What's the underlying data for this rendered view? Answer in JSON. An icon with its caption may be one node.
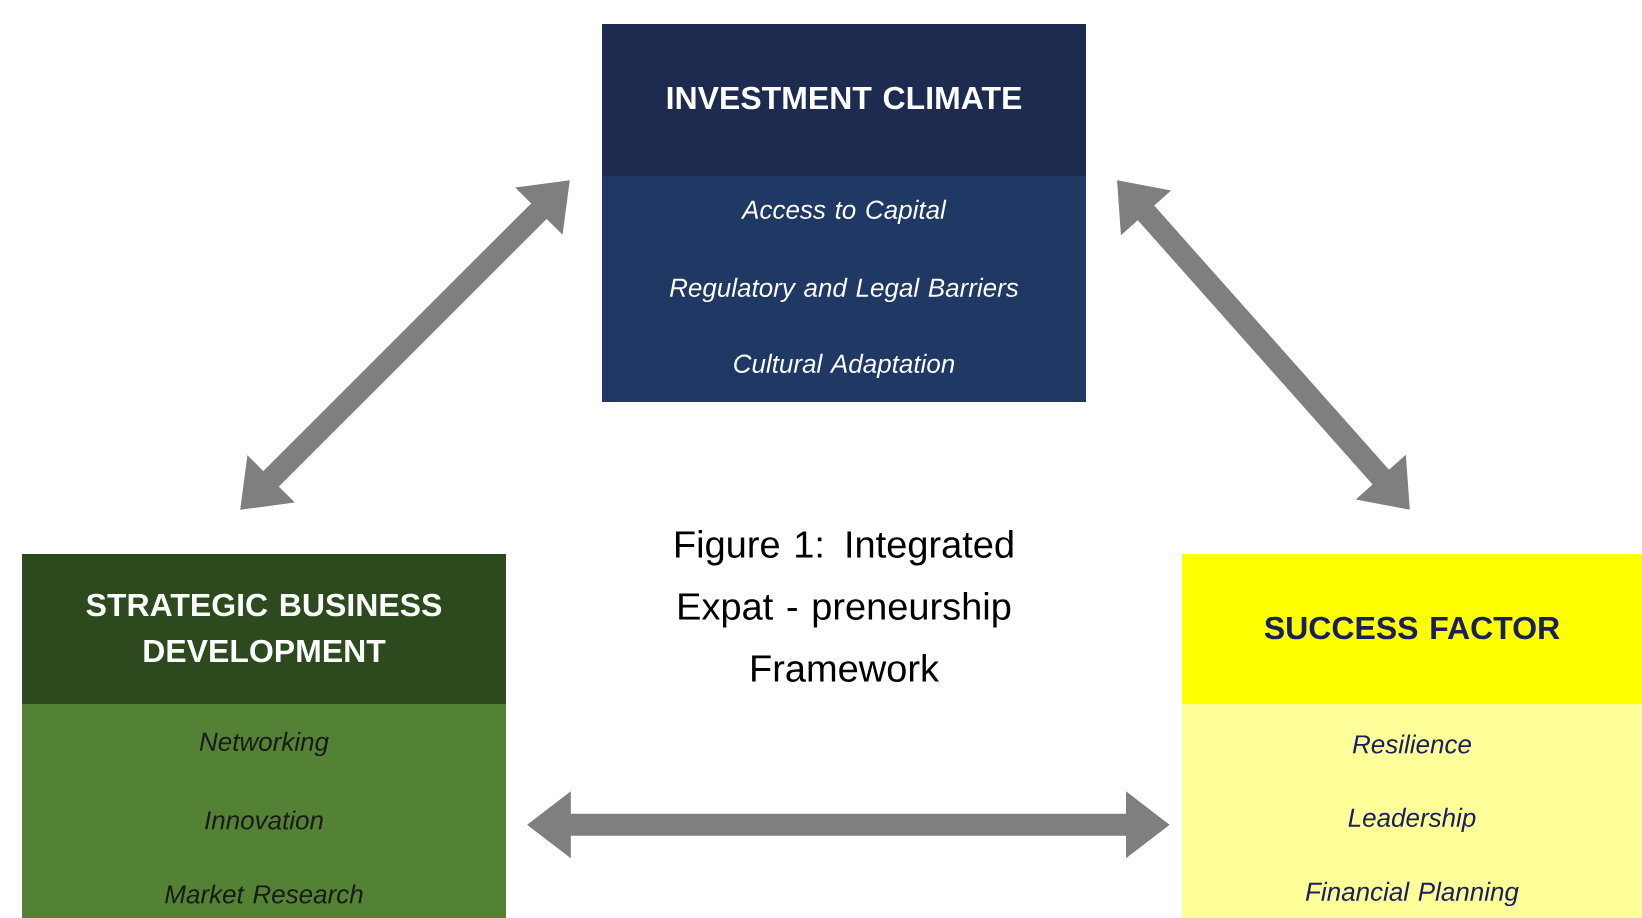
{
  "diagram": {
    "caption": "Figure 1: Integrated Expat - preneurship Framework",
    "nodes": [
      {
        "text": [
          "INVESTMENT CLIMATE",
          "Access to Capital",
          "Regulatory and Legal Barriers",
          "Cultural Adaptation"
        ]
      },
      {
        "text": [
          "STRATEGIC BUSINESS DEVELOPMENT",
          "Networking",
          "Innovation",
          "Market Research"
        ]
      },
      {
        "text": [
          "SUCCESS FACTOR",
          "Resilience",
          "Leadership",
          "Financial Planning"
        ]
      }
    ],
    "edges": [
      {
        "from": 0,
        "to": 1,
        "arrow": "both"
      },
      {
        "from": 0,
        "to": 2,
        "arrow": "both"
      },
      {
        "from": 1,
        "to": 2,
        "arrow": "both"
      }
    ]
  }
}
